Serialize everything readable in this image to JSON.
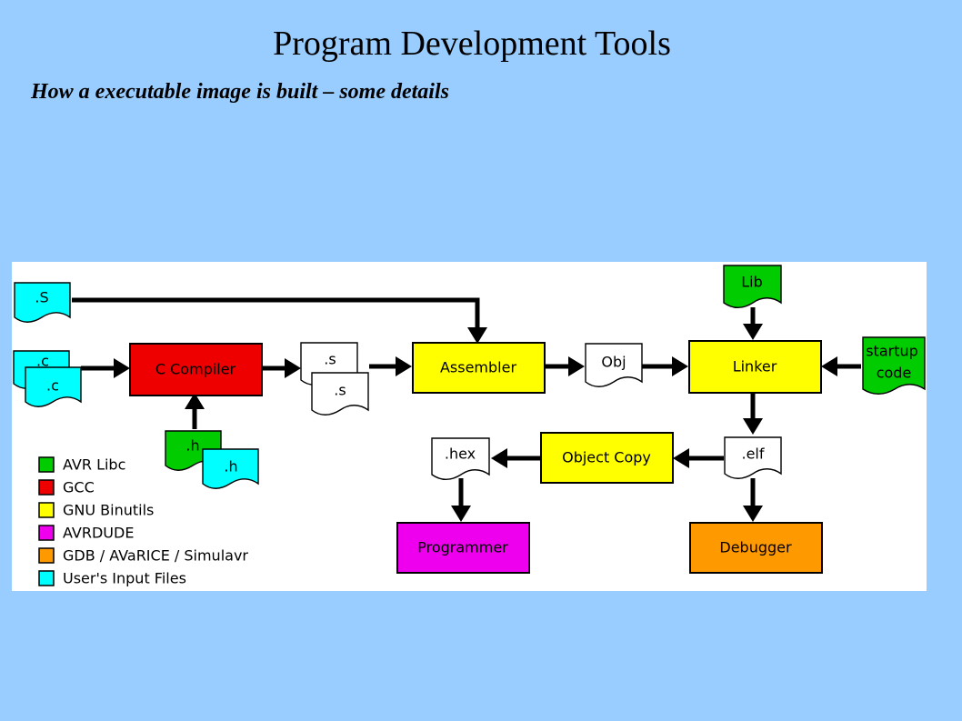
{
  "slide": {
    "title": "Program Development Tools",
    "subtitle": "How a executable image is built – some details"
  },
  "diagram": {
    "tools": {
      "c_compiler": "C Compiler",
      "assembler": "Assembler",
      "linker": "Linker",
      "object_copy": "Object Copy",
      "programmer": "Programmer",
      "debugger": "Debugger"
    },
    "files": {
      "S_input": ".S",
      "c_back": ".c",
      "c_front": ".c",
      "h_back": ".h",
      "h_front": ".h",
      "s_back": ".s",
      "s_front": ".s",
      "obj": "Obj",
      "lib": "Lib",
      "startup_line1": "startup",
      "startup_line2": "code",
      "elf": ".elf",
      "hex": ".hex"
    },
    "legend": [
      {
        "label": "AVR Libc",
        "color": "#00cc00"
      },
      {
        "label": "GCC",
        "color": "#ee0000"
      },
      {
        "label": "GNU Binutils",
        "color": "#ffff00"
      },
      {
        "label": "AVRDUDE",
        "color": "#ee00ee"
      },
      {
        "label": "GDB / AVaRICE / Simulavr",
        "color": "#ff9900"
      },
      {
        "label": "User's Input Files",
        "color": "#00ffff"
      }
    ],
    "colors": {
      "avr_libc": "#00cc00",
      "gcc": "#ee0000",
      "binutils": "#ffff00",
      "avrdude": "#ee00ee",
      "gdb": "#ff9900",
      "user_input": "#00ffff",
      "intermediate": "#ffffff",
      "background": "#99ccff"
    }
  }
}
